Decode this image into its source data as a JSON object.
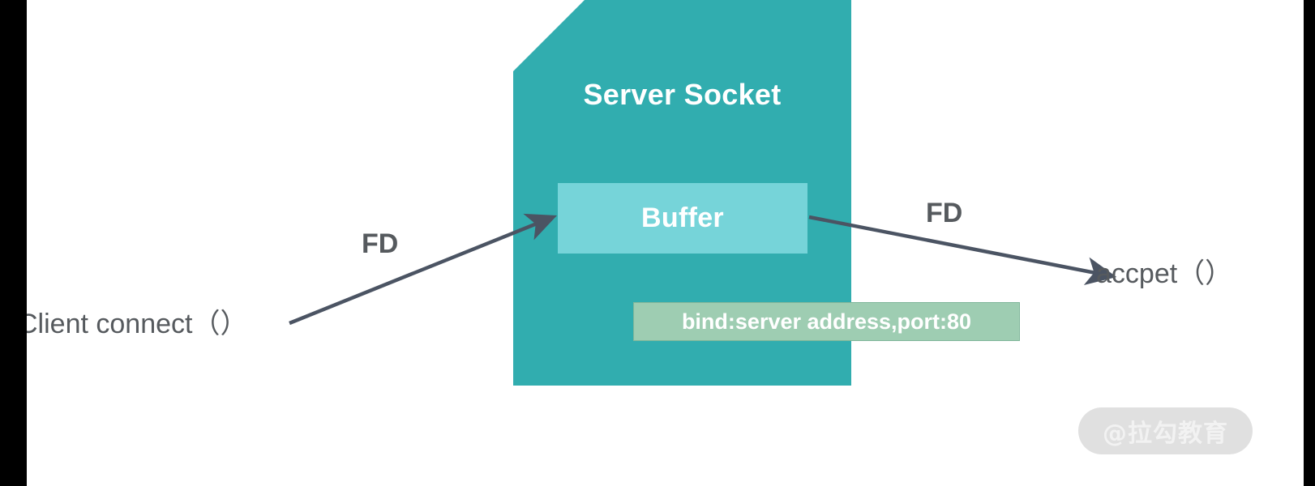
{
  "diagram": {
    "title": "Server Socket",
    "nodes": {
      "server_socket": {
        "label": "Server Socket",
        "color": "#31adaf"
      },
      "buffer": {
        "label": "Buffer",
        "color": "#76d4d9"
      },
      "bind": {
        "label": "bind:server address,port:80",
        "color": "#9ecdb2"
      },
      "client": {
        "label": "Client connect（）",
        "color": "#565a5e"
      },
      "accept": {
        "label": "accpet（）",
        "color": "#565a5e"
      }
    },
    "edges": [
      {
        "label": "FD",
        "from": "client",
        "to": "buffer",
        "color": "#4b5463"
      },
      {
        "label": "FD",
        "from": "buffer",
        "to": "accept",
        "color": "#4b5463"
      }
    ],
    "watermark": "@拉勾教育"
  }
}
